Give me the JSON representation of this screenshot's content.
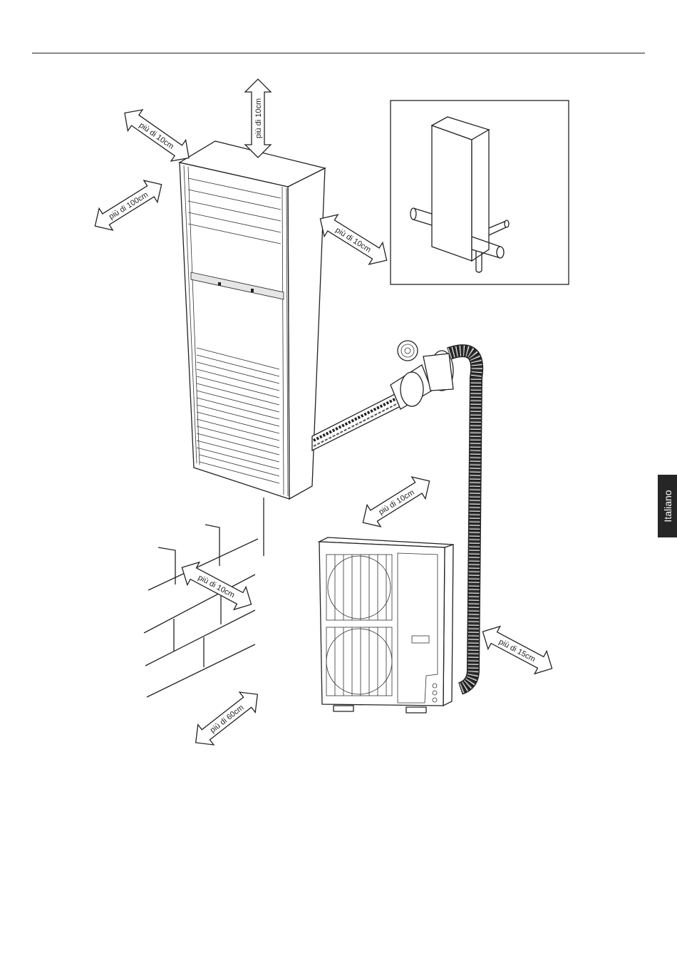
{
  "side_tab": {
    "label": "Italiano"
  },
  "clearances": {
    "top": "più di 10cm",
    "upper_left": "più di 10cm",
    "left": "più di 100cm",
    "right": "più di 10cm",
    "outdoor_top": "più di 10cm",
    "wall": "più di 10cm",
    "outdoor_side": "più di 15cm",
    "front": "più di 60cm"
  },
  "icons": {
    "clearance_arrow": "double-headed-arrow",
    "indoor_unit": "floor-standing-air-conditioner",
    "outdoor_unit": "outdoor-condenser-unit",
    "anchor_detail": "anchor-bracket-detail"
  }
}
